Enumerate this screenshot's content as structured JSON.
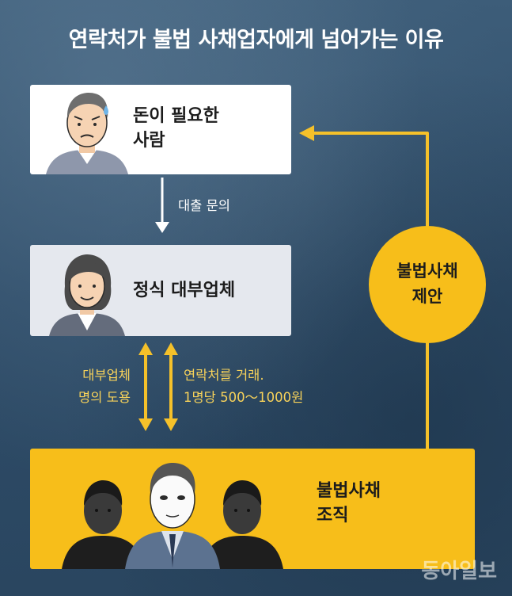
{
  "title": "연락처가 불법 사채업자에게 넘어가는 이유",
  "nodes": {
    "person_in_need": {
      "line1": "돈이 필요한",
      "line2": "사람"
    },
    "licensed_lender": {
      "label": "정식 대부업체"
    },
    "illegal_org": {
      "line1": "불법사채",
      "line2": "조직"
    }
  },
  "edges": {
    "inquiry": "대출 문의",
    "name_theft": {
      "line1": "대부업체",
      "line2": "명의 도용"
    },
    "contact_trade": {
      "line1": "연락처를 거래.",
      "line2": "1명당 500～1000원"
    },
    "offer": {
      "line1": "불법사채",
      "line2": "제안"
    }
  },
  "watermark": "동아일보",
  "colors": {
    "accent": "#f7be1a",
    "arrow_yellow": "#f5c12a",
    "edge_label_yellow": "#f7d25a",
    "background": "#2f4f6b"
  }
}
